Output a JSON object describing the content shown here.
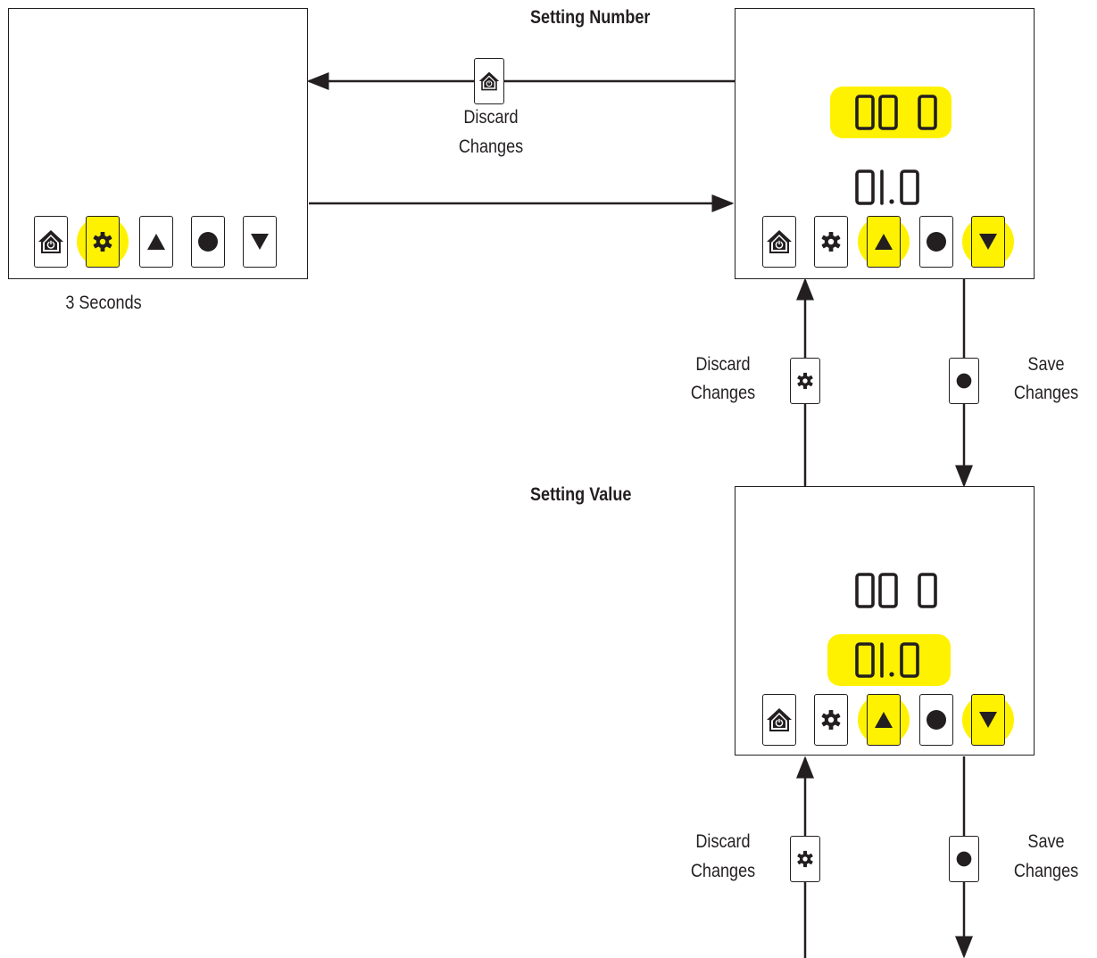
{
  "headings": {
    "setting_number": "Setting Number",
    "setting_value": "Setting Value"
  },
  "captions": {
    "three_seconds": "3 Seconds",
    "discard_top": [
      "Discard",
      "Changes"
    ],
    "discard_mid": [
      "Discard",
      "Changes"
    ],
    "save_mid": [
      "Save",
      "Changes"
    ],
    "discard_bottom": [
      "Discard",
      "Changes"
    ],
    "save_bottom": [
      "Save",
      "Changes"
    ]
  },
  "displays": {
    "number_screen": {
      "top": "00 0",
      "bottom": "01.0",
      "highlighted": "top"
    },
    "value_screen": {
      "top": "00 0",
      "bottom": "01.0",
      "highlighted": "bottom"
    }
  },
  "buttons": [
    "home-power",
    "gear",
    "up-triangle",
    "circle",
    "down-triangle"
  ],
  "highlights": {
    "home_screen": [
      "gear"
    ],
    "number_screen": [
      "up-triangle",
      "down-triangle"
    ],
    "value_screen": [
      "up-triangle",
      "down-triangle"
    ]
  },
  "colors": {
    "highlight": "#fff200",
    "ink": "#231f20"
  }
}
